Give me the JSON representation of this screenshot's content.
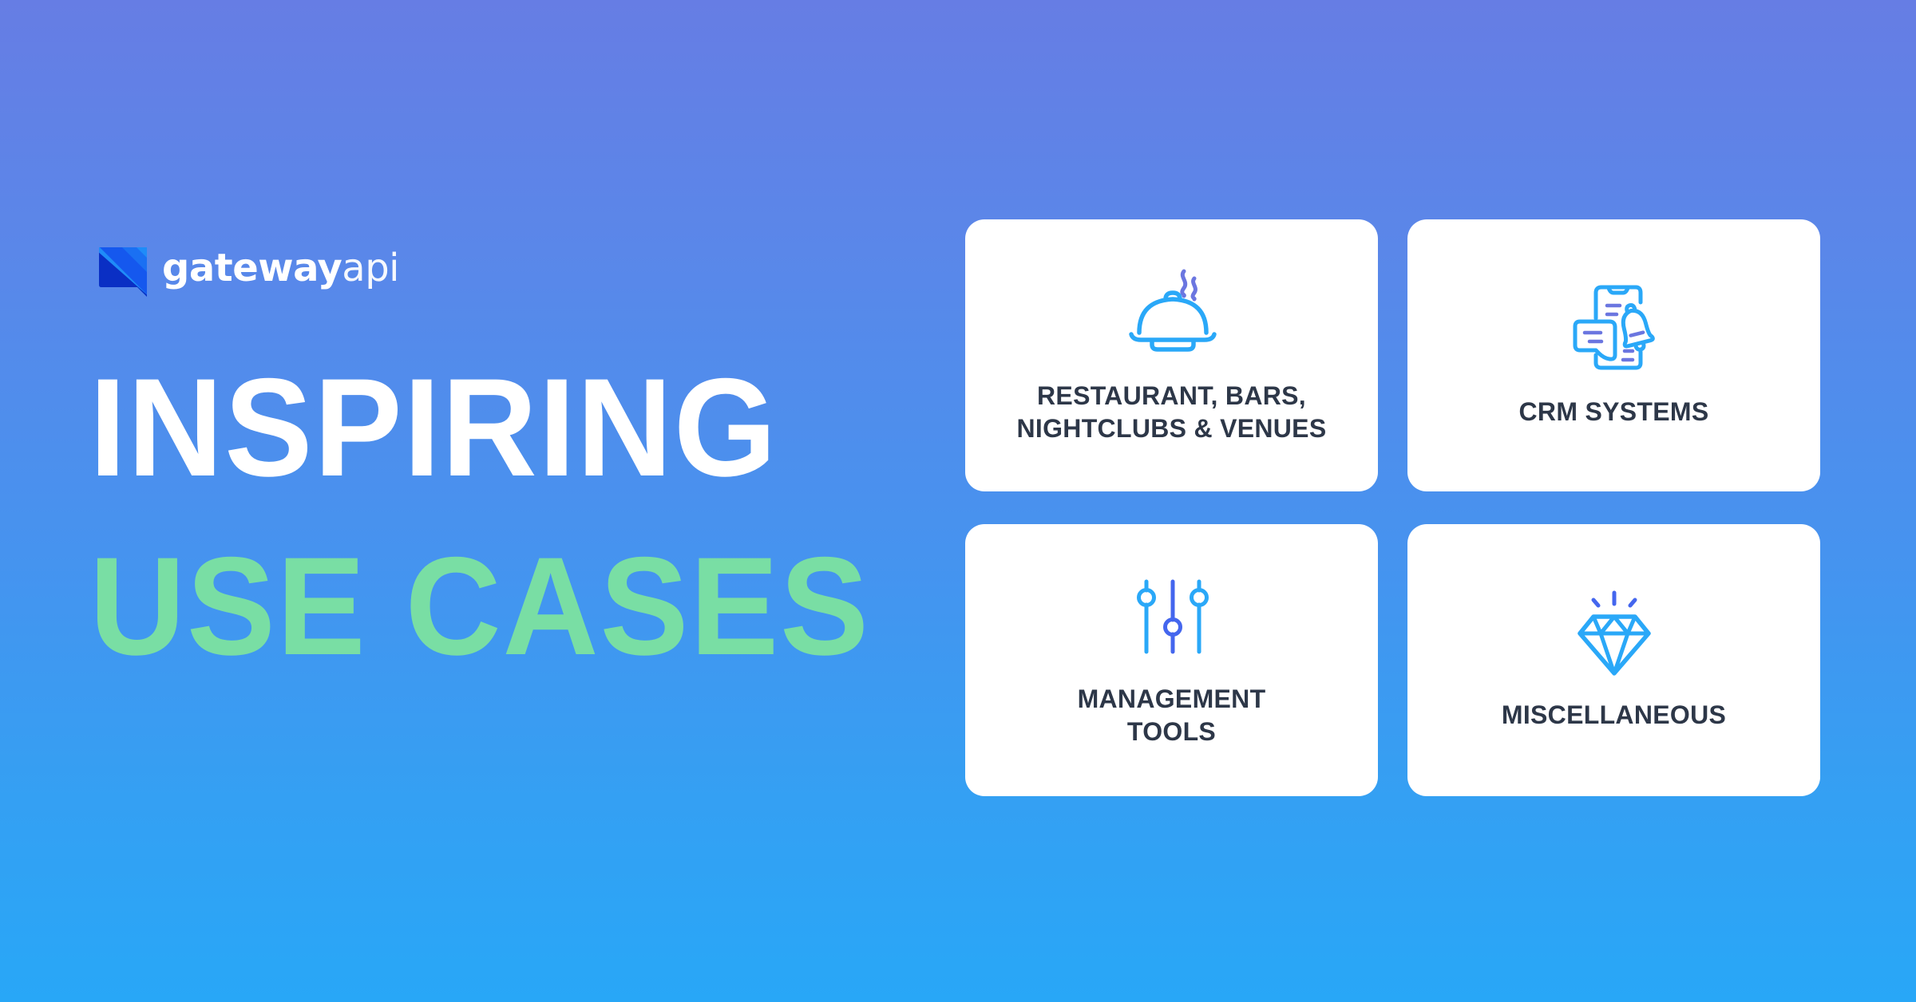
{
  "brand": {
    "name_bold": "gateway",
    "name_light": "api",
    "logo_icon": "speech-bubble-stripes-icon",
    "colors": {
      "logo_dark": "#0a2fc4",
      "logo_mid": "#1558ee",
      "logo_light": "#1f8cf8"
    }
  },
  "headline": {
    "line1": "INSPIRING",
    "line2": "USE CASES",
    "line1_color": "#ffffff",
    "line2_color": "#79dea4"
  },
  "background": {
    "gradient_top": "#667de4",
    "gradient_bottom": "#28a7f7"
  },
  "cards": [
    {
      "icon": "serving-cloche-icon",
      "title_lines": [
        "RESTAURANT, BARS,",
        "NIGHTCLUBS & VENUES"
      ]
    },
    {
      "icon": "phone-chat-bell-icon",
      "title_lines": [
        "CRM SYSTEMS"
      ]
    },
    {
      "icon": "sliders-icon",
      "title_lines": [
        "MANAGEMENT",
        "TOOLS"
      ]
    },
    {
      "icon": "diamond-icon",
      "title_lines": [
        "MISCELLANEOUS"
      ]
    }
  ],
  "icon_colors": {
    "primary": "#2aa8f8",
    "accent": "#6b76e0",
    "accent_strong": "#4466ee"
  },
  "card_text_color": "#2d3748"
}
